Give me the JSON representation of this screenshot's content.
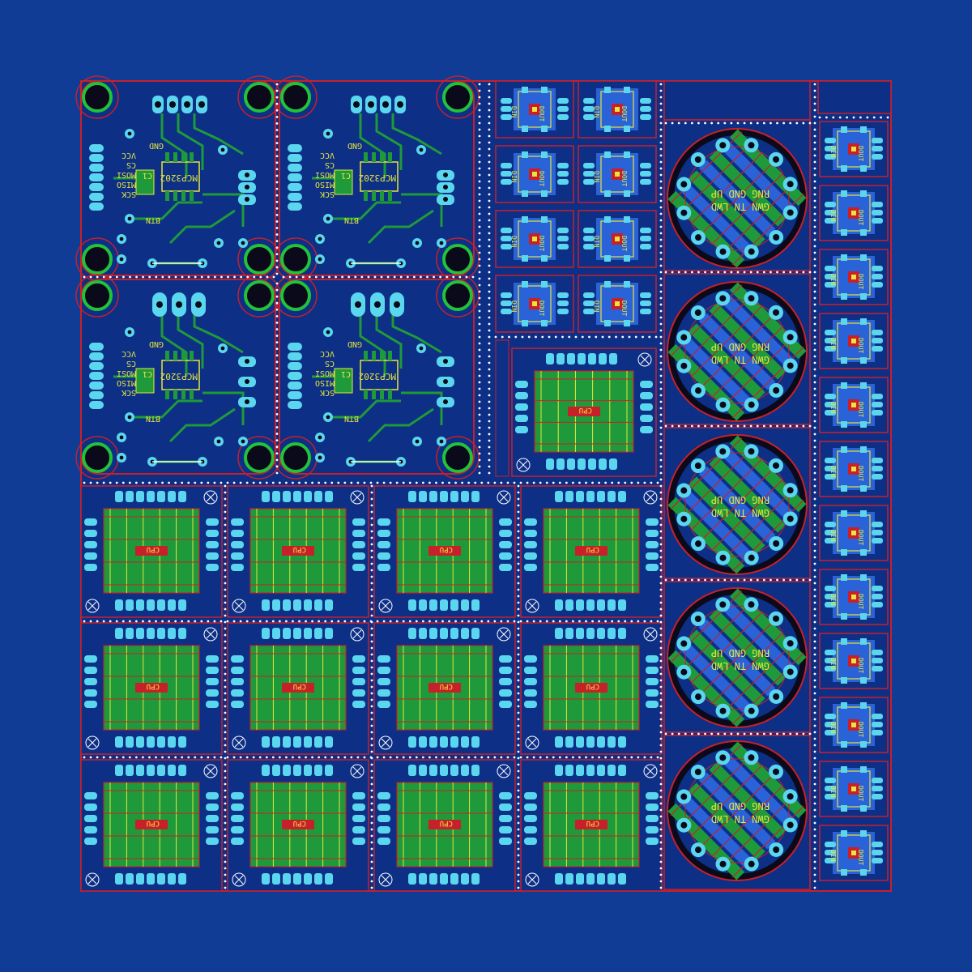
{
  "colors": {
    "background": "#103c96",
    "board": "#0d2f86",
    "outline": "#c8202a",
    "pad": "#5ad6ee",
    "pad_dark": "#2aa3c0",
    "copper_top": "#1f9a3a",
    "copper_bottom": "#2a62d8",
    "silk": "#e6e63c",
    "drill": "#0a0a1a",
    "ring": "#22c23a",
    "mouse_bite": "#ffffff"
  },
  "mcp_board": {
    "labels": [
      "GND",
      "VCC",
      "CS",
      "MOSI",
      "MISO",
      "SCK",
      "BTN"
    ],
    "chip": "MCP3202",
    "cap": "C1"
  },
  "round_board": {
    "line1": "RNG GND UP",
    "line2": "GWN TN LWD"
  },
  "led_board": {
    "left": "DIN",
    "right": "DOUT"
  },
  "matrix_board": {
    "label": "CPU"
  }
}
